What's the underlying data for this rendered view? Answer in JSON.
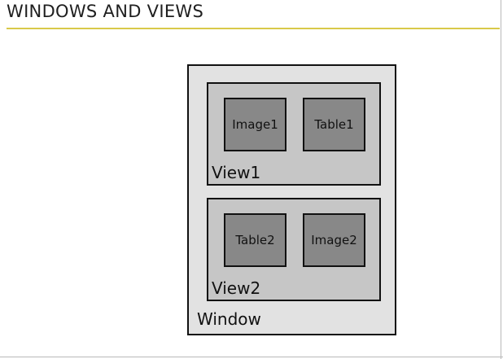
{
  "title": "WINDOWS AND VIEWS",
  "diagram": {
    "window_label": "Window",
    "views": [
      {
        "label": "View1",
        "items": [
          "Image1",
          "Table1"
        ]
      },
      {
        "label": "View2",
        "items": [
          "Table2",
          "Image2"
        ]
      }
    ]
  },
  "colors": {
    "title_rule": "#d9c94a",
    "window_fill": "#e2e2e2",
    "view_fill": "#c6c6c6",
    "item_fill": "#888888"
  }
}
